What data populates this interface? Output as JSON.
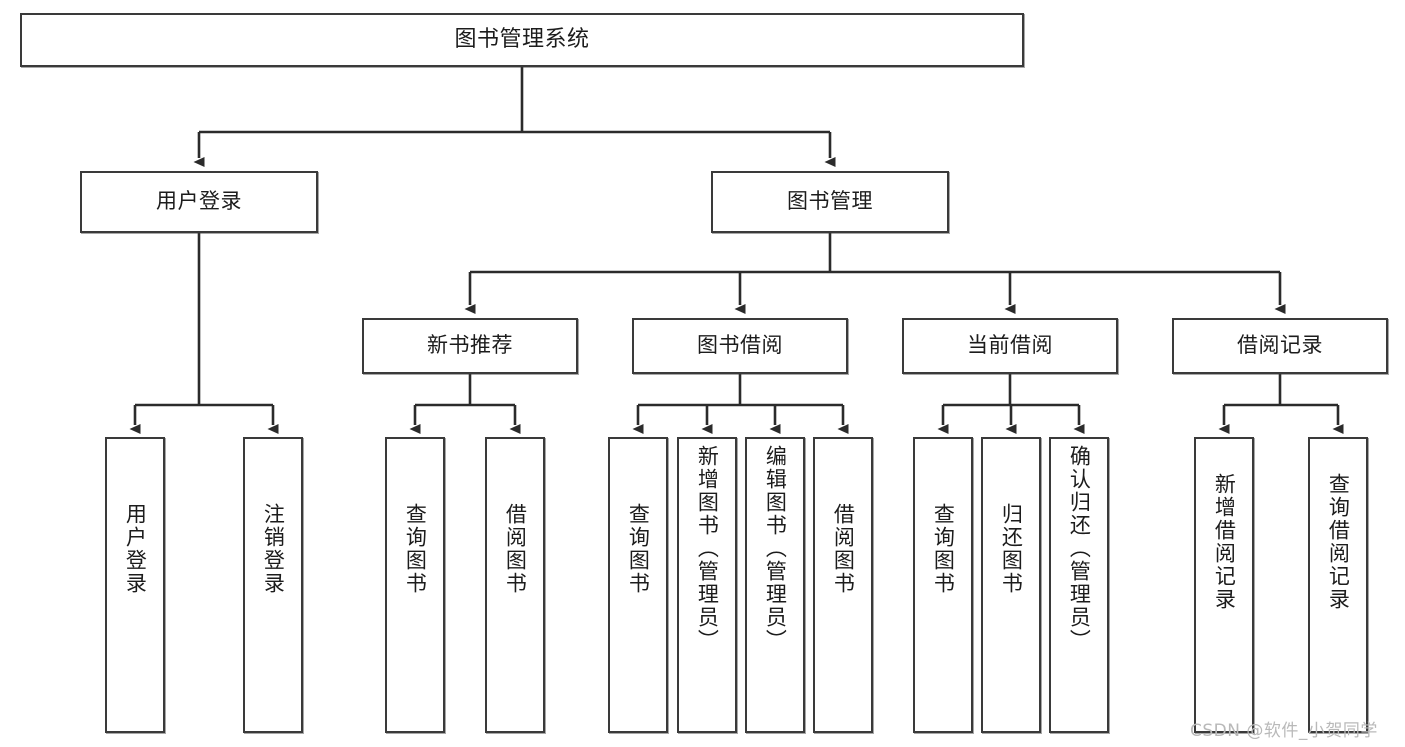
{
  "diagram": {
    "title": "图书管理系统",
    "type": "hierarchy-tree",
    "colors": {
      "box_stroke": "#3a3a3a",
      "box_fill": "#ffffff",
      "connector": "#2b2b2b",
      "text": "#1c1c1c",
      "watermark": "#b9b9b9"
    },
    "watermark": "CSDN @软件_小贺同学",
    "levels": [
      {
        "level": 0,
        "nodes": [
          {
            "id": "root",
            "label": "图书管理系统",
            "orientation": "horizontal"
          }
        ]
      },
      {
        "level": 1,
        "nodes": [
          {
            "id": "l1-user-login",
            "label": "用户登录",
            "orientation": "horizontal",
            "parent": "root"
          },
          {
            "id": "l1-book-mgmt",
            "label": "图书管理",
            "orientation": "horizontal",
            "parent": "root"
          }
        ]
      },
      {
        "level": 2,
        "nodes": [
          {
            "id": "l2-new-book",
            "label": "新书推荐",
            "orientation": "horizontal",
            "parent": "l1-book-mgmt"
          },
          {
            "id": "l2-borrow",
            "label": "图书借阅",
            "orientation": "horizontal",
            "parent": "l1-book-mgmt"
          },
          {
            "id": "l2-current",
            "label": "当前借阅",
            "orientation": "horizontal",
            "parent": "l1-book-mgmt"
          },
          {
            "id": "l2-records",
            "label": "借阅记录",
            "orientation": "horizontal",
            "parent": "l1-book-mgmt"
          }
        ]
      },
      {
        "level": 3,
        "nodes": [
          {
            "id": "leaf-1",
            "label": "用户登录",
            "orientation": "vertical",
            "parent": "l1-user-login"
          },
          {
            "id": "leaf-2",
            "label": "注销登录",
            "orientation": "vertical",
            "parent": "l1-user-login"
          },
          {
            "id": "leaf-3",
            "label": "查询图书",
            "orientation": "vertical",
            "parent": "l2-new-book"
          },
          {
            "id": "leaf-4",
            "label": "借阅图书",
            "orientation": "vertical",
            "parent": "l2-new-book"
          },
          {
            "id": "leaf-5",
            "label": "查询图书",
            "orientation": "vertical",
            "parent": "l2-borrow"
          },
          {
            "id": "leaf-6",
            "label": "新增图书（管理员）",
            "orientation": "vertical",
            "parent": "l2-borrow"
          },
          {
            "id": "leaf-7",
            "label": "编辑图书（管理员）",
            "orientation": "vertical",
            "parent": "l2-borrow"
          },
          {
            "id": "leaf-8",
            "label": "借阅图书",
            "orientation": "vertical",
            "parent": "l2-borrow"
          },
          {
            "id": "leaf-9",
            "label": "查询图书",
            "orientation": "vertical",
            "parent": "l2-current"
          },
          {
            "id": "leaf-10",
            "label": "归还图书",
            "orientation": "vertical",
            "parent": "l2-current"
          },
          {
            "id": "leaf-11",
            "label": "确认归还（管理员）",
            "orientation": "vertical",
            "parent": "l2-current"
          },
          {
            "id": "leaf-12",
            "label": "新增借阅记录",
            "orientation": "vertical",
            "parent": "l2-records"
          },
          {
            "id": "leaf-13",
            "label": "查询借阅记录",
            "orientation": "vertical",
            "parent": "l2-records"
          }
        ]
      }
    ]
  }
}
